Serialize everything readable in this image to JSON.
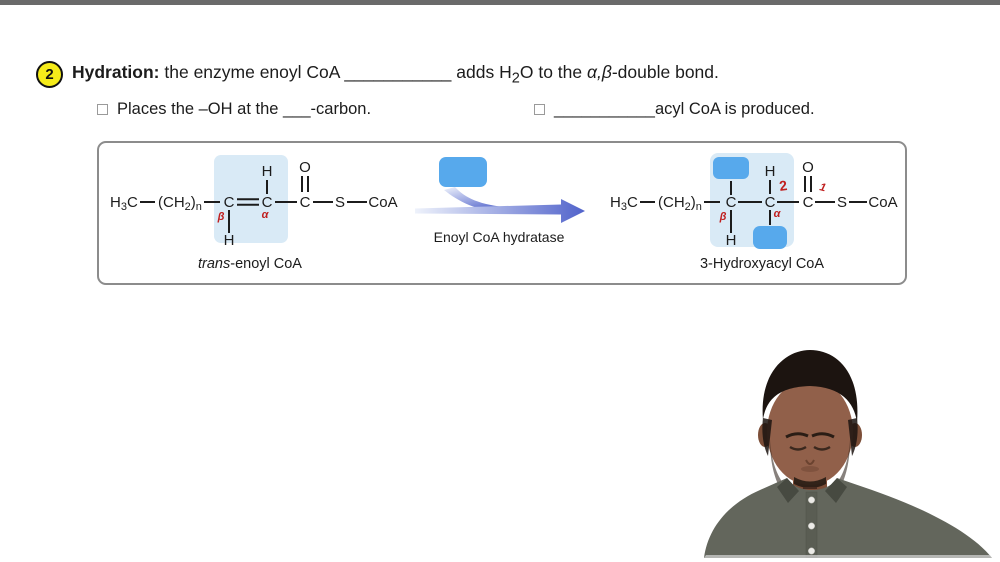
{
  "colors": {
    "topbar": "#6a6a6a",
    "badge_yellow": "#f6ec1a",
    "ink": "#1c1c1c",
    "box_border": "#8c8c8c",
    "highlight": "#d9eaf6",
    "blank_box": "#57a9ec",
    "arrow": "#5163cb",
    "arrow_light": "#eef2fb",
    "red": "#c02020",
    "hair": "#1c1410",
    "skin": "#91604a",
    "skin_dark": "#7c4e38",
    "shirt": "#63665c",
    "collar": "#474a41"
  },
  "heading": {
    "number": "2",
    "title": "Hydration:",
    "after_title": "the enzyme enoyl CoA",
    "blank": "___________",
    "adds_h": "adds H",
    "h2o_sub": "2",
    "o_to_the": "O to the",
    "alpha_beta": "α,β",
    "tail": "-double bond."
  },
  "bullets": {
    "b1": "Places the –OH at the ___-carbon.",
    "b2_blank": "___________",
    "b2_text": "acyl CoA is produced."
  },
  "diagram": {
    "enzyme": "Enoyl CoA hydratase",
    "reactant_label": {
      "italic": "trans",
      "rest": "-enoyl CoA"
    },
    "product_label": "3-Hydroxyacyl CoA",
    "annotations": {
      "two": "2",
      "one": "1"
    },
    "atoms": {
      "h": "H",
      "o": "O",
      "c": "C",
      "s": "S",
      "coa": "CoA",
      "h3c_h": "H",
      "h3c_3": "3",
      "h3c_c": "C",
      "ch2_open": "(CH",
      "ch2_2": "2",
      "ch2_close": ")",
      "ch2_n": "n"
    },
    "greek": {
      "alpha": "α",
      "beta": "β"
    }
  }
}
